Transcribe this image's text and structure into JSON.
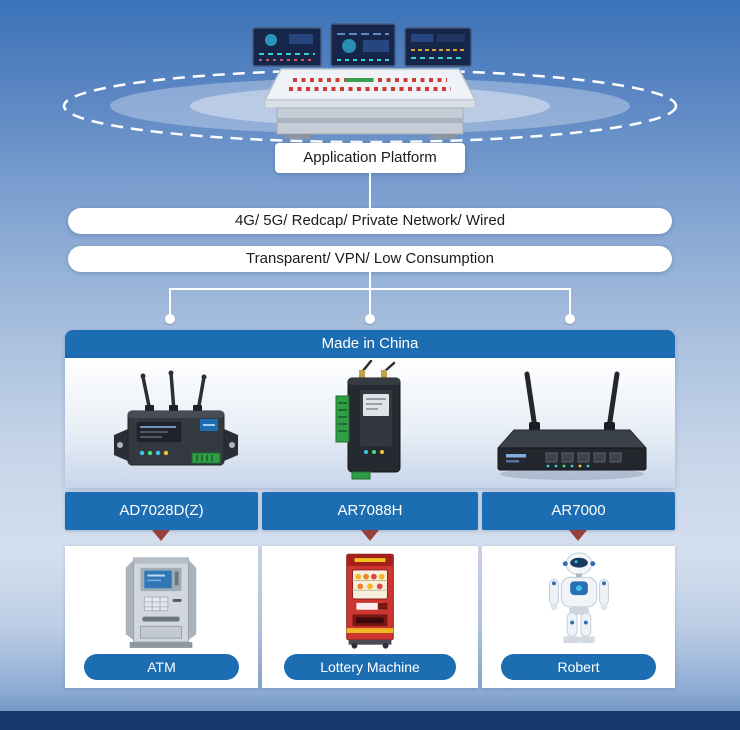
{
  "platform": {
    "label": "Application Platform"
  },
  "network": {
    "bar1": "4G/ 5G/ Redcap/ Private Network/ Wired",
    "bar2": "Transparent/ VPN/ Low Consumption"
  },
  "panel": {
    "title": "Made in China"
  },
  "columns": [
    {
      "device": "AD7028D(Z)",
      "application": "ATM"
    },
    {
      "device": "AR7088H",
      "application": "Lottery Machine"
    },
    {
      "device": "AR7000",
      "application": "Robert"
    }
  ],
  "icons": {
    "cloud_ring": "dashed-ellipse-cloud",
    "console": "control-console-illustration",
    "device_icons": [
      "ad7028dz-dtu-illustration",
      "ar7088h-din-rail-illustration",
      "ar7000-router-illustration"
    ],
    "application_icons": [
      "atm-machine-illustration",
      "lottery-machine-illustration",
      "robot-illustration"
    ]
  },
  "colors": {
    "primary_blue": "#1d6db2",
    "background_top_blue": "#3a72b8",
    "background_light_blue": "#d4dfee",
    "footer_navy": "#16386b",
    "connector_white": "#ffffff",
    "pointer_maroon": "#96423a"
  }
}
